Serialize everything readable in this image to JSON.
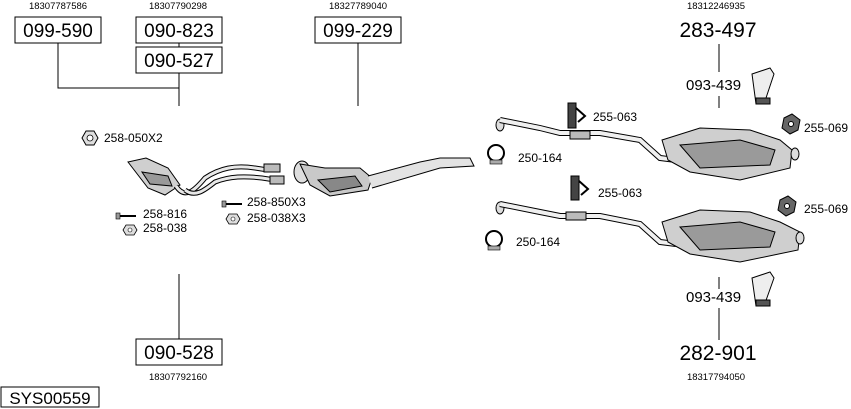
{
  "diagram": {
    "system_code": "SYS00559",
    "oem_numbers": {
      "oem_1": "18307787586",
      "oem_2": "18307790298",
      "oem_3": "18327789040",
      "oem_4": "18312246935",
      "oem_5": "18307792160",
      "oem_6": "18317794050"
    },
    "part_boxes": {
      "box_099_590": "099-590",
      "box_090_823": "090-823",
      "box_090_527": "090-527",
      "box_099_229": "099-229",
      "box_090_528": "090-528"
    },
    "big_labels": {
      "p283_497": "283-497",
      "p282_901": "282-901",
      "p093_439_top": "093-439",
      "p093_439_bottom": "093-439"
    },
    "small_labels": {
      "l258_050": "258-050X2",
      "l258_816": "258-816",
      "l258_038": "258-038",
      "l258_850": "258-850X3",
      "l258_038x3": "258-038X3",
      "l255_063_top": "255-063",
      "l250_164_top": "250-164",
      "l255_069_top": "255-069",
      "l255_063_bottom": "255-063",
      "l250_164_bottom": "250-164",
      "l255_069_bottom": "255-069"
    }
  }
}
